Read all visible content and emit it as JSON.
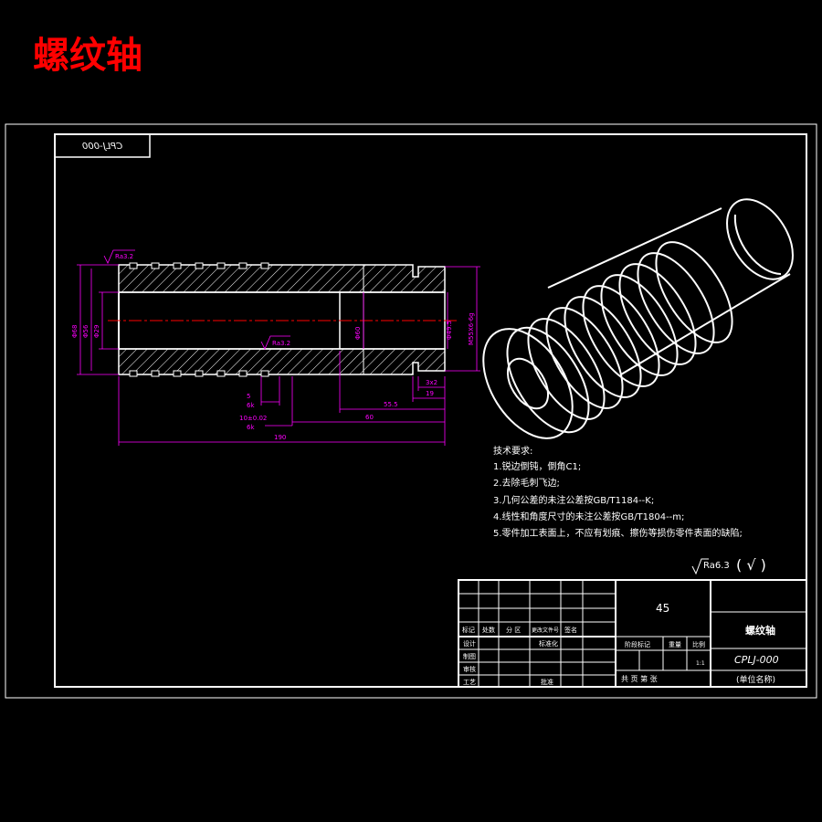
{
  "title": "螺纹轴",
  "drawing_code_mirrored": "CPLJ-000",
  "technical_requirements": {
    "heading": "技术要求:",
    "items": [
      "1.锐边倒钝，倒角C1;",
      "2.去除毛刺飞边;",
      "3.几何公差的未注公差按GB/T1184--K;",
      "4.线性和角度尺寸的未注公差按GB/T1804--m;",
      "5.零件加工表面上，不应有划痕、擦伤等损伤零件表面的缺陷;"
    ]
  },
  "roughness_general": "Ra6.3",
  "roughness_general_suffix": "( √ )",
  "roughness_marks": [
    "Ra3.2",
    "Ra3.2"
  ],
  "dimensions": {
    "d1": "5",
    "d1b": "6k",
    "d2": "10±0.02",
    "d2b": "6k",
    "d3": "190",
    "d4": "60",
    "d5": "55.5",
    "d6": "19",
    "d7": "3x2",
    "v1": "Φ68",
    "v2": "Φ56",
    "v3": "Φ29",
    "v4": "Φ60",
    "v5": "Φ49.5",
    "v6": "M55X6-6g"
  },
  "title_block": {
    "material": "45",
    "part_name": "螺纹轴",
    "drawing_number": "CPLJ-000",
    "scale": "1:1",
    "sheet": "共  页 第  张",
    "unit_note": "(单位名称)",
    "header_cols": [
      "标记",
      "处数",
      "分 区",
      "更改文件号",
      "签名"
    ],
    "rows_left": [
      "设计",
      "制图",
      "审核",
      "工艺"
    ],
    "std_label": "标准化",
    "approve_label": "批准",
    "right_headers": [
      "阶段标记",
      "重量",
      "比例"
    ]
  },
  "colors": {
    "title": "#ff0000",
    "lines": "#ffffff",
    "dims": "#ff00ff",
    "centerline": "#ff0000"
  }
}
